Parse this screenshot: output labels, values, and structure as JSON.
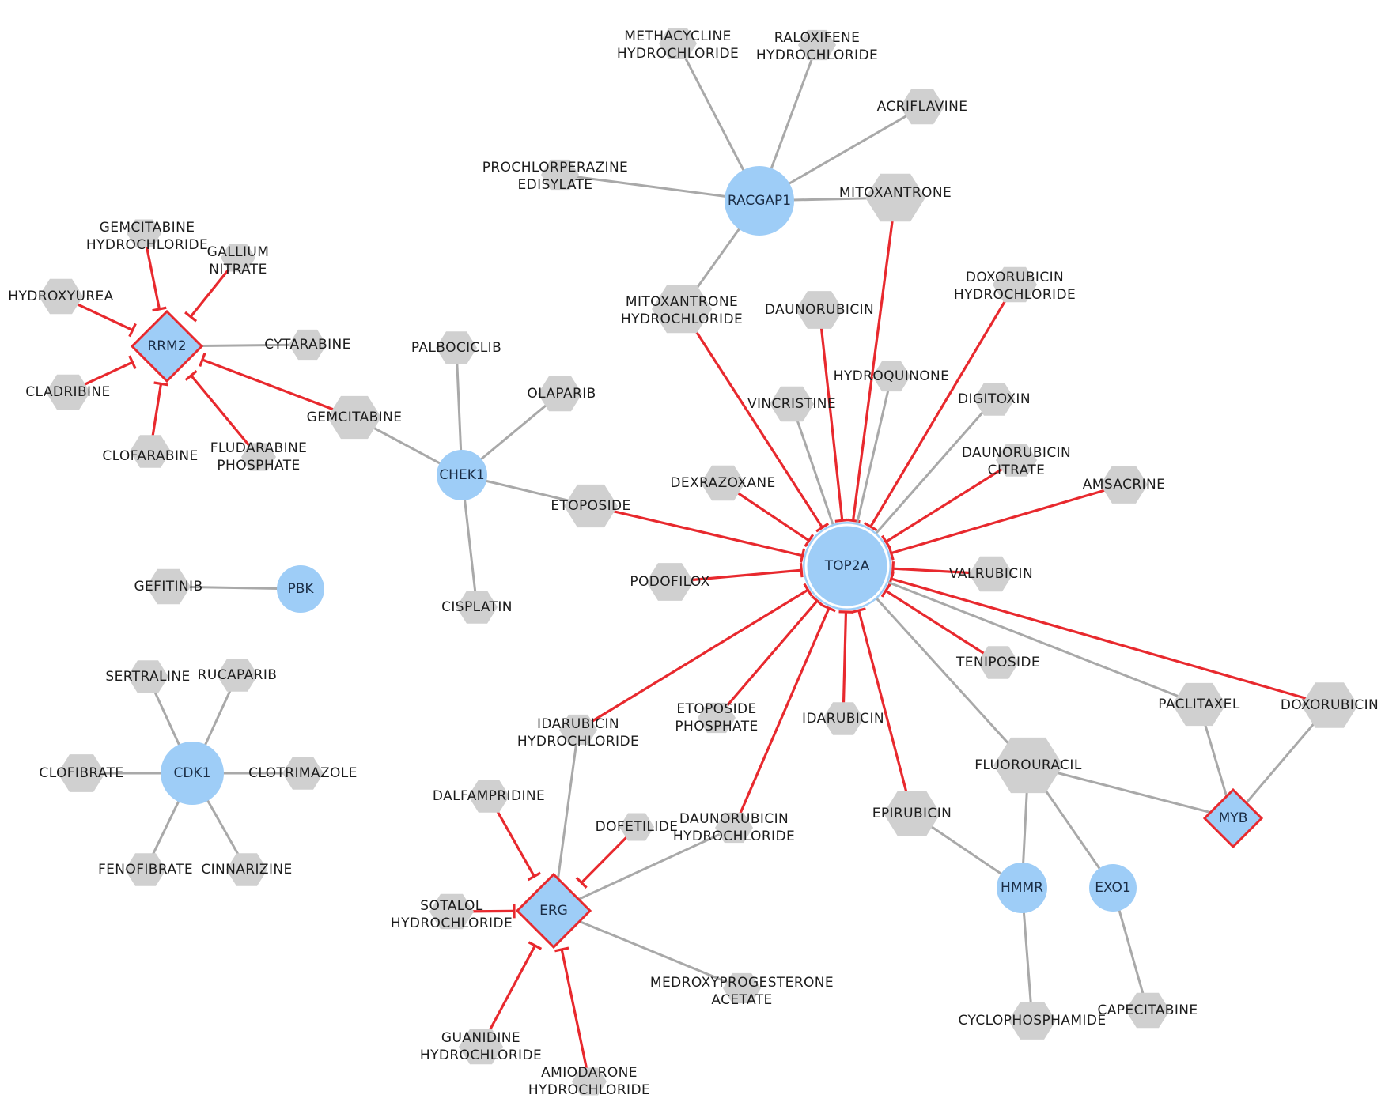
{
  "colors": {
    "gene_node": "#9ecdf7",
    "drug_node": "#d0d0d0",
    "interaction_edge": "#a9a9a9",
    "inhibition_edge": "#e8292e",
    "diamond_border": "#e8292e"
  },
  "genes": [
    {
      "id": "RRM2",
      "label": "RRM2",
      "shape": "diamond"
    },
    {
      "id": "RACGAP1",
      "label": "RACGAP1",
      "shape": "circle"
    },
    {
      "id": "CHEK1",
      "label": "CHEK1",
      "shape": "circle"
    },
    {
      "id": "PBK",
      "label": "PBK",
      "shape": "circle"
    },
    {
      "id": "CDK1",
      "label": "CDK1",
      "shape": "circle"
    },
    {
      "id": "TOP2A",
      "label": "TOP2A",
      "shape": "circle"
    },
    {
      "id": "ERG",
      "label": "ERG",
      "shape": "diamond"
    },
    {
      "id": "HMMR",
      "label": "HMMR",
      "shape": "circle"
    },
    {
      "id": "EXO1",
      "label": "EXO1",
      "shape": "circle"
    },
    {
      "id": "MYB",
      "label": "MYB",
      "shape": "diamond"
    }
  ],
  "drugs": [
    {
      "id": "methacycline",
      "label": [
        "METHACYCLINE",
        "HYDROCHLORIDE"
      ]
    },
    {
      "id": "raloxifene",
      "label": [
        "RALOXIFENE",
        "HYDROCHLORIDE"
      ]
    },
    {
      "id": "acriflavine",
      "label": [
        "ACRIFLAVINE"
      ]
    },
    {
      "id": "prochlorperazine",
      "label": [
        "PROCHLORPERAZINE",
        "EDISYLATE"
      ]
    },
    {
      "id": "mitoxantrone",
      "label": [
        "MITOXANTRONE"
      ]
    },
    {
      "id": "mitoxantrone_hcl",
      "label": [
        "MITOXANTRONE",
        "HYDROCHLORIDE"
      ]
    },
    {
      "id": "gemcitabine_hcl",
      "label": [
        "GEMCITABINE",
        "HYDROCHLORIDE"
      ]
    },
    {
      "id": "gallium",
      "label": [
        "GALLIUM",
        "NITRATE"
      ]
    },
    {
      "id": "hydroxyurea",
      "label": [
        "HYDROXYUREA"
      ]
    },
    {
      "id": "cytarabine",
      "label": [
        "CYTARABINE"
      ]
    },
    {
      "id": "cladribine",
      "label": [
        "CLADRIBINE"
      ]
    },
    {
      "id": "clofarabine",
      "label": [
        "CLOFARABINE"
      ]
    },
    {
      "id": "fludarabine",
      "label": [
        "FLUDARABINE",
        "PHOSPHATE"
      ]
    },
    {
      "id": "gemcitabine",
      "label": [
        "GEMCITABINE"
      ]
    },
    {
      "id": "palbociclib",
      "label": [
        "PALBOCICLIB"
      ]
    },
    {
      "id": "olaparib",
      "label": [
        "OLAPARIB"
      ]
    },
    {
      "id": "cisplatin",
      "label": [
        "CISPLATIN"
      ]
    },
    {
      "id": "etoposide",
      "label": [
        "ETOPOSIDE"
      ]
    },
    {
      "id": "gefitinib",
      "label": [
        "GEFITINIB"
      ]
    },
    {
      "id": "sertraline",
      "label": [
        "SERTRALINE"
      ]
    },
    {
      "id": "rucaparib",
      "label": [
        "RUCAPARIB"
      ]
    },
    {
      "id": "clofibrate",
      "label": [
        "CLOFIBRATE"
      ]
    },
    {
      "id": "clotrimazole",
      "label": [
        "CLOTRIMAZOLE"
      ]
    },
    {
      "id": "fenofibrate",
      "label": [
        "FENOFIBRATE"
      ]
    },
    {
      "id": "cinnarizine",
      "label": [
        "CINNARIZINE"
      ]
    },
    {
      "id": "daunorubicin",
      "label": [
        "DAUNORUBICIN"
      ]
    },
    {
      "id": "doxorubicin_hcl",
      "label": [
        "DOXORUBICIN",
        "HYDROCHLORIDE"
      ]
    },
    {
      "id": "hydroquinone",
      "label": [
        "HYDROQUINONE"
      ]
    },
    {
      "id": "vincristine",
      "label": [
        "VINCRISTINE"
      ]
    },
    {
      "id": "digitoxin",
      "label": [
        "DIGITOXIN"
      ]
    },
    {
      "id": "daunorubicin_citrate",
      "label": [
        "DAUNORUBICIN",
        "CITRATE"
      ]
    },
    {
      "id": "amsacrine",
      "label": [
        "AMSACRINE"
      ]
    },
    {
      "id": "dexrazoxane",
      "label": [
        "DEXRAZOXANE"
      ]
    },
    {
      "id": "podofilox",
      "label": [
        "PODOFILOX"
      ]
    },
    {
      "id": "valrubicin",
      "label": [
        "VALRUBICIN"
      ]
    },
    {
      "id": "teniposide",
      "label": [
        "TENIPOSIDE"
      ]
    },
    {
      "id": "doxorubicin",
      "label": [
        "DOXORUBICIN"
      ]
    },
    {
      "id": "paclitaxel",
      "label": [
        "PACLITAXEL"
      ]
    },
    {
      "id": "idarubicin_hcl",
      "label": [
        "IDARUBICIN",
        "HYDROCHLORIDE"
      ]
    },
    {
      "id": "etoposide_phosphate",
      "label": [
        "ETOPOSIDE",
        "PHOSPHATE"
      ]
    },
    {
      "id": "idarubicin",
      "label": [
        "IDARUBICIN"
      ]
    },
    {
      "id": "fluorouracil",
      "label": [
        "FLUOROURACIL"
      ]
    },
    {
      "id": "epirubicin",
      "label": [
        "EPIRUBICIN"
      ]
    },
    {
      "id": "daunorubicin_hcl",
      "label": [
        "DAUNORUBICIN",
        "HYDROCHLORIDE"
      ]
    },
    {
      "id": "dalfampridine",
      "label": [
        "DALFAMPRIDINE"
      ]
    },
    {
      "id": "dofetilide",
      "label": [
        "DOFETILIDE"
      ]
    },
    {
      "id": "sotalol",
      "label": [
        "SOTALOL",
        "HYDROCHLORIDE"
      ]
    },
    {
      "id": "medroxyprogesterone",
      "label": [
        "MEDROXYPROGESTERONE",
        "ACETATE"
      ]
    },
    {
      "id": "guanidine",
      "label": [
        "GUANIDINE",
        "HYDROCHLORIDE"
      ]
    },
    {
      "id": "amiodarone",
      "label": [
        "AMIODARONE",
        "HYDROCHLORIDE"
      ]
    },
    {
      "id": "cyclophosphamide",
      "label": [
        "CYCLOPHOSPHAMIDE"
      ]
    },
    {
      "id": "capecitabine",
      "label": [
        "CAPECITABINE"
      ]
    }
  ],
  "edges": [
    {
      "from": "methacycline",
      "to": "RACGAP1",
      "type": "interaction"
    },
    {
      "from": "raloxifene",
      "to": "RACGAP1",
      "type": "interaction"
    },
    {
      "from": "acriflavine",
      "to": "RACGAP1",
      "type": "interaction"
    },
    {
      "from": "prochlorperazine",
      "to": "RACGAP1",
      "type": "interaction"
    },
    {
      "from": "mitoxantrone",
      "to": "RACGAP1",
      "type": "interaction"
    },
    {
      "from": "mitoxantrone_hcl",
      "to": "RACGAP1",
      "type": "interaction"
    },
    {
      "from": "gemcitabine_hcl",
      "to": "RRM2",
      "type": "inhibition"
    },
    {
      "from": "gallium",
      "to": "RRM2",
      "type": "inhibition"
    },
    {
      "from": "hydroxyurea",
      "to": "RRM2",
      "type": "inhibition"
    },
    {
      "from": "cytarabine",
      "to": "RRM2",
      "type": "interaction"
    },
    {
      "from": "cladribine",
      "to": "RRM2",
      "type": "inhibition"
    },
    {
      "from": "clofarabine",
      "to": "RRM2",
      "type": "inhibition"
    },
    {
      "from": "fludarabine",
      "to": "RRM2",
      "type": "inhibition"
    },
    {
      "from": "gemcitabine",
      "to": "RRM2",
      "type": "inhibition"
    },
    {
      "from": "gemcitabine",
      "to": "CHEK1",
      "type": "interaction"
    },
    {
      "from": "palbociclib",
      "to": "CHEK1",
      "type": "interaction"
    },
    {
      "from": "olaparib",
      "to": "CHEK1",
      "type": "interaction"
    },
    {
      "from": "cisplatin",
      "to": "CHEK1",
      "type": "interaction"
    },
    {
      "from": "etoposide",
      "to": "CHEK1",
      "type": "interaction"
    },
    {
      "from": "etoposide",
      "to": "TOP2A",
      "type": "inhibition"
    },
    {
      "from": "gefitinib",
      "to": "PBK",
      "type": "interaction"
    },
    {
      "from": "sertraline",
      "to": "CDK1",
      "type": "interaction"
    },
    {
      "from": "rucaparib",
      "to": "CDK1",
      "type": "interaction"
    },
    {
      "from": "clofibrate",
      "to": "CDK1",
      "type": "interaction"
    },
    {
      "from": "clotrimazole",
      "to": "CDK1",
      "type": "interaction"
    },
    {
      "from": "fenofibrate",
      "to": "CDK1",
      "type": "interaction"
    },
    {
      "from": "cinnarizine",
      "to": "CDK1",
      "type": "interaction"
    },
    {
      "from": "mitoxantrone",
      "to": "TOP2A",
      "type": "inhibition"
    },
    {
      "from": "mitoxantrone_hcl",
      "to": "TOP2A",
      "type": "inhibition"
    },
    {
      "from": "daunorubicin",
      "to": "TOP2A",
      "type": "inhibition"
    },
    {
      "from": "doxorubicin_hcl",
      "to": "TOP2A",
      "type": "inhibition"
    },
    {
      "from": "hydroquinone",
      "to": "TOP2A",
      "type": "interaction"
    },
    {
      "from": "vincristine",
      "to": "TOP2A",
      "type": "interaction"
    },
    {
      "from": "digitoxin",
      "to": "TOP2A",
      "type": "interaction"
    },
    {
      "from": "daunorubicin_citrate",
      "to": "TOP2A",
      "type": "inhibition"
    },
    {
      "from": "amsacrine",
      "to": "TOP2A",
      "type": "inhibition"
    },
    {
      "from": "dexrazoxane",
      "to": "TOP2A",
      "type": "inhibition"
    },
    {
      "from": "podofilox",
      "to": "TOP2A",
      "type": "inhibition"
    },
    {
      "from": "valrubicin",
      "to": "TOP2A",
      "type": "inhibition"
    },
    {
      "from": "teniposide",
      "to": "TOP2A",
      "type": "inhibition"
    },
    {
      "from": "doxorubicin",
      "to": "TOP2A",
      "type": "inhibition"
    },
    {
      "from": "paclitaxel",
      "to": "TOP2A",
      "type": "interaction"
    },
    {
      "from": "idarubicin_hcl",
      "to": "TOP2A",
      "type": "inhibition"
    },
    {
      "from": "etoposide_phosphate",
      "to": "TOP2A",
      "type": "inhibition"
    },
    {
      "from": "idarubicin",
      "to": "TOP2A",
      "type": "inhibition"
    },
    {
      "from": "fluorouracil",
      "to": "TOP2A",
      "type": "interaction"
    },
    {
      "from": "epirubicin",
      "to": "TOP2A",
      "type": "inhibition"
    },
    {
      "from": "daunorubicin_hcl",
      "to": "TOP2A",
      "type": "inhibition"
    },
    {
      "from": "idarubicin_hcl",
      "to": "ERG",
      "type": "interaction"
    },
    {
      "from": "daunorubicin_hcl",
      "to": "ERG",
      "type": "interaction"
    },
    {
      "from": "dalfampridine",
      "to": "ERG",
      "type": "inhibition"
    },
    {
      "from": "dofetilide",
      "to": "ERG",
      "type": "inhibition"
    },
    {
      "from": "sotalol",
      "to": "ERG",
      "type": "inhibition"
    },
    {
      "from": "medroxyprogesterone",
      "to": "ERG",
      "type": "interaction"
    },
    {
      "from": "guanidine",
      "to": "ERG",
      "type": "inhibition"
    },
    {
      "from": "amiodarone",
      "to": "ERG",
      "type": "inhibition"
    },
    {
      "from": "epirubicin",
      "to": "HMMR",
      "type": "interaction"
    },
    {
      "from": "fluorouracil",
      "to": "HMMR",
      "type": "interaction"
    },
    {
      "from": "fluorouracil",
      "to": "EXO1",
      "type": "interaction"
    },
    {
      "from": "fluorouracil",
      "to": "MYB",
      "type": "interaction"
    },
    {
      "from": "paclitaxel",
      "to": "MYB",
      "type": "interaction"
    },
    {
      "from": "doxorubicin",
      "to": "MYB",
      "type": "interaction"
    },
    {
      "from": "cyclophosphamide",
      "to": "HMMR",
      "type": "interaction"
    },
    {
      "from": "capecitabine",
      "to": "EXO1",
      "type": "interaction"
    }
  ]
}
